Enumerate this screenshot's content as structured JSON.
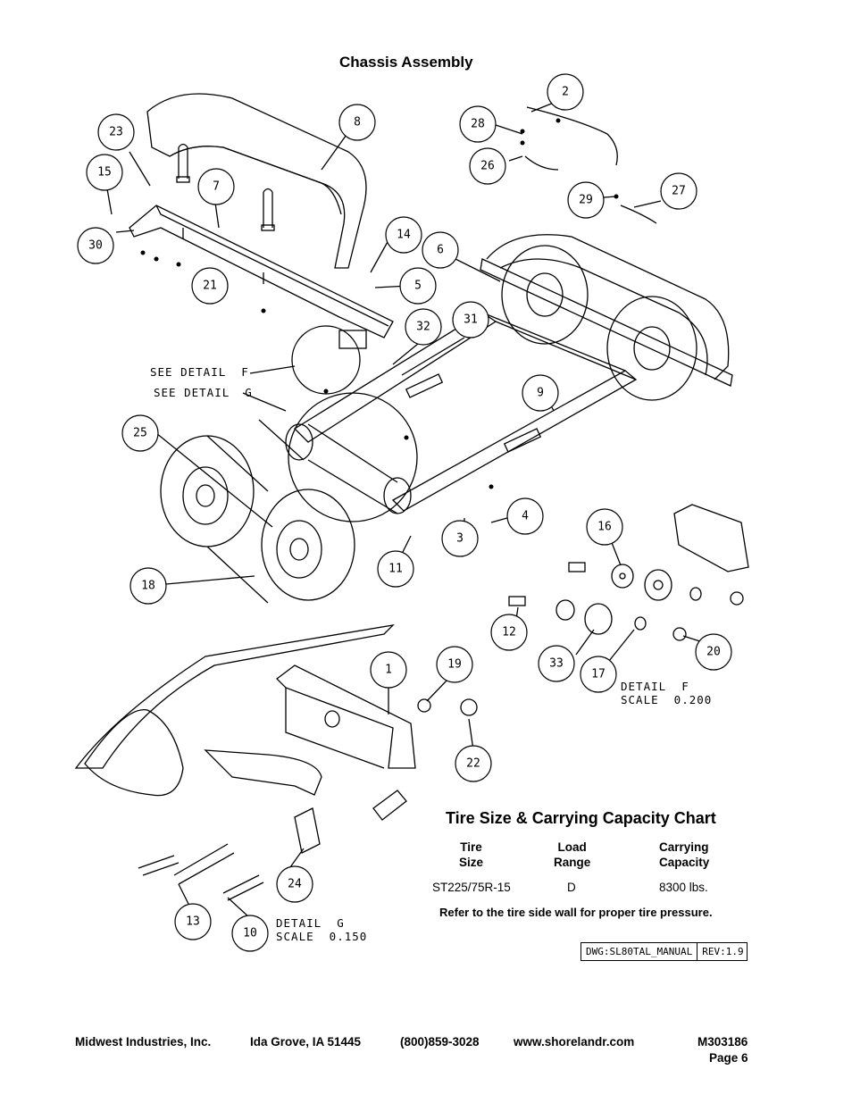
{
  "page": {
    "title": "Chassis Assembly"
  },
  "balloons": [
    "1",
    "2",
    "3",
    "4",
    "5",
    "6",
    "7",
    "8",
    "9",
    "10",
    "11",
    "12",
    "13",
    "14",
    "15",
    "16",
    "17",
    "18",
    "19",
    "20",
    "21",
    "22",
    "23",
    "24",
    "25",
    "26",
    "27",
    "28",
    "29",
    "30",
    "31",
    "32",
    "33"
  ],
  "details": {
    "see_f": "SEE DETAIL  F",
    "see_g": "SEE DETAIL  G",
    "detail_f_line1": "DETAIL  F",
    "detail_f_line2": "SCALE  0.200",
    "detail_g_line1": "DETAIL  G",
    "detail_g_line2": "SCALE  0.150"
  },
  "tire_chart": {
    "title": "Tire Size & Carrying Capacity Chart",
    "headers": {
      "tire_1": "Tire",
      "tire_2": "Size",
      "load_1": "Load",
      "load_2": "Range",
      "carry_1": "Carrying",
      "carry_2": "Capacity"
    },
    "row": {
      "tire_size": "ST225/75R-15",
      "load_range": "D",
      "capacity": "8300 lbs."
    },
    "note": "Refer to the tire side wall for proper tire pressure."
  },
  "drawing_block": {
    "dwg": "DWG:SL80TAL_MANUAL",
    "rev": "REV:1.9"
  },
  "footer": {
    "company": "Midwest Industries, Inc.",
    "city": "Ida Grove, IA  51445",
    "phone": "(800)859-3028",
    "web": "www.shorelandr.com",
    "doc_no": "M303186",
    "page": "Page 6"
  }
}
